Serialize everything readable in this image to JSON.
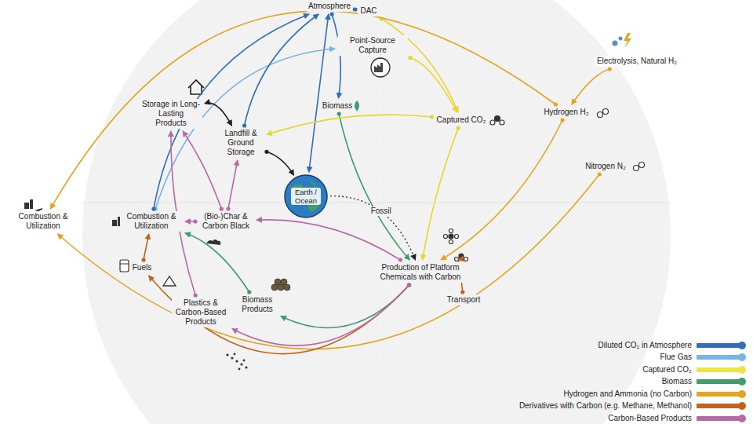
{
  "diagram": {
    "nodes": [
      {
        "text": [
          "Atmosphere"
        ]
      },
      {
        "text": [
          "DAC"
        ]
      },
      {
        "text": [
          "Point-Source Capture"
        ]
      },
      {
        "text": [
          "Electrolysis, Natural H₂"
        ]
      },
      {
        "text": [
          "Biomass"
        ]
      },
      {
        "text": [
          "Captured CO₂"
        ]
      },
      {
        "text": [
          "Hydrogen H₂"
        ]
      },
      {
        "text": [
          "Nitrogen N₂"
        ]
      },
      {
        "text": [
          "Storage in Long-Lasting Products"
        ]
      },
      {
        "text": [
          "Landfill & Ground Storage"
        ]
      },
      {
        "text": [
          "Earth / Ocean"
        ]
      },
      {
        "text": [
          "Combustion & Utilization"
        ]
      },
      {
        "text": [
          "Combustion & Utilization"
        ]
      },
      {
        "text": [
          "(Bio-)Char & Carbon Black"
        ]
      },
      {
        "text": [
          "Fuels"
        ]
      },
      {
        "text": [
          "Production of Platform Chemicals with Carbon"
        ]
      },
      {
        "text": [
          "Transport"
        ]
      },
      {
        "text": [
          "Plastics & Carbon-Based Products"
        ]
      },
      {
        "text": [
          "Biomass Products"
        ]
      }
    ],
    "edges": [
      {
        "from": 0,
        "to": 1,
        "arrow": "to"
      },
      {
        "from": 0,
        "to": 4,
        "arrow": "to"
      },
      {
        "from": 10,
        "to": 0,
        "arrow": "both"
      },
      {
        "from": 1,
        "to": 5,
        "arrow": "to"
      },
      {
        "from": 2,
        "to": 5,
        "arrow": "to"
      },
      {
        "from": 12,
        "to": 2,
        "arrow": "to"
      },
      {
        "from": 12,
        "to": 0,
        "arrow": "to"
      },
      {
        "from": 9,
        "to": 0,
        "arrow": "to"
      },
      {
        "from": 8,
        "to": 9,
        "arrow": "both"
      },
      {
        "from": 9,
        "to": 10,
        "arrow": "to"
      },
      {
        "from": 10,
        "to": 15,
        "label": "Fossil",
        "arrow": "to"
      },
      {
        "from": 4,
        "to": 15,
        "arrow": "to"
      },
      {
        "from": 15,
        "to": 18,
        "arrow": "to"
      },
      {
        "from": 18,
        "to": 12,
        "arrow": "to"
      },
      {
        "from": 5,
        "to": 15,
        "arrow": "to"
      },
      {
        "from": 3,
        "to": 6,
        "arrow": "to"
      },
      {
        "from": 6,
        "to": 15,
        "arrow": "to"
      },
      {
        "from": 6,
        "to": 11,
        "arrow": "to"
      },
      {
        "from": 7,
        "to": 11,
        "arrow": "to"
      },
      {
        "from": 16,
        "to": 15,
        "arrow": "to"
      },
      {
        "from": 15,
        "to": 14,
        "arrow": "to"
      },
      {
        "from": 14,
        "to": 12,
        "arrow": "to"
      },
      {
        "from": 15,
        "to": 17,
        "arrow": "to"
      },
      {
        "from": 17,
        "to": 8,
        "arrow": "to"
      },
      {
        "from": 13,
        "to": 8,
        "arrow": "to"
      },
      {
        "from": 13,
        "to": 9,
        "arrow": "to"
      },
      {
        "from": 13,
        "to": 12,
        "arrow": "to"
      },
      {
        "from": 15,
        "to": 13,
        "arrow": "to"
      },
      {
        "from": 5,
        "to": 9,
        "arrow": "to"
      }
    ],
    "legend": [
      {
        "text": "Diluted CO₂ in Atmosphere",
        "color": "#2f6fb5"
      },
      {
        "text": "Flue Gas",
        "color": "#79b4e3"
      },
      {
        "text": "Captured CO₂",
        "color": "#efe24a"
      },
      {
        "text": "Biomass",
        "color": "#3f9c6c"
      },
      {
        "text": "Hydrogen and Ammonia (no Carbon)",
        "color": "#e3a51f"
      },
      {
        "text": "Derivatives with Carbon (e.g. Methane, Methanol)",
        "color": "#c4621b"
      },
      {
        "text": "Carbon-Based Products",
        "color": "#b56aa6"
      }
    ]
  }
}
